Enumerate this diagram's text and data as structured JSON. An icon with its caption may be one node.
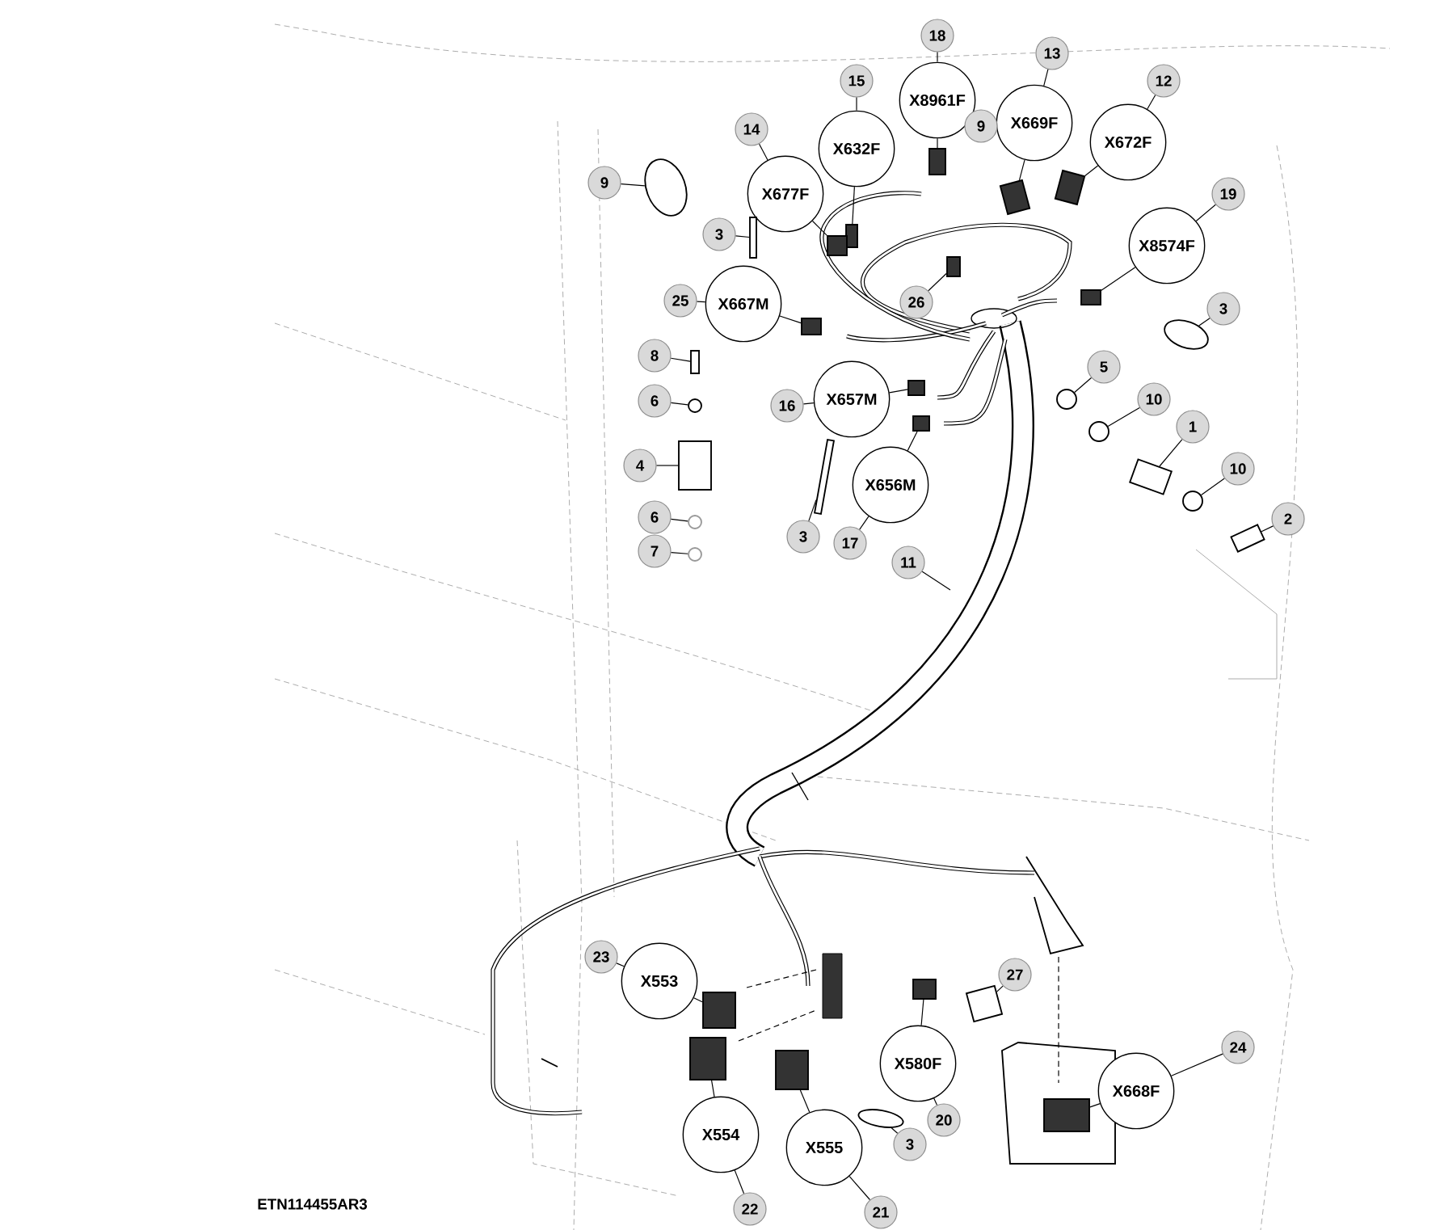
{
  "diagram": {
    "nodes": [
      {
        "text": [
          "18"
        ]
      },
      {
        "text": [
          "X8961F"
        ]
      },
      {
        "text": [
          "13"
        ]
      },
      {
        "text": [
          "X669F"
        ]
      },
      {
        "text": [
          "15"
        ]
      },
      {
        "text": [
          "X632F"
        ]
      },
      {
        "text": [
          "12"
        ]
      },
      {
        "text": [
          "X672F"
        ]
      },
      {
        "text": [
          "14"
        ]
      },
      {
        "text": [
          "X677F"
        ]
      },
      {
        "text": [
          "9"
        ]
      },
      {
        "text": [
          "9"
        ]
      },
      {
        "text": [
          "19"
        ]
      },
      {
        "text": [
          "X8574F"
        ]
      },
      {
        "text": [
          "3"
        ]
      },
      {
        "text": [
          "25"
        ]
      },
      {
        "text": [
          "X667M"
        ]
      },
      {
        "text": [
          "26"
        ]
      },
      {
        "text": [
          "3"
        ]
      },
      {
        "text": [
          "8"
        ]
      },
      {
        "text": [
          "5"
        ]
      },
      {
        "text": [
          "6"
        ]
      },
      {
        "text": [
          "10"
        ]
      },
      {
        "text": [
          "16"
        ]
      },
      {
        "text": [
          "X657M"
        ]
      },
      {
        "text": [
          "1"
        ]
      },
      {
        "text": [
          "4"
        ]
      },
      {
        "text": [
          "X656M"
        ]
      },
      {
        "text": [
          "10"
        ]
      },
      {
        "text": [
          "6"
        ]
      },
      {
        "text": [
          "2"
        ]
      },
      {
        "text": [
          "17"
        ]
      },
      {
        "text": [
          "3"
        ]
      },
      {
        "text": [
          "7"
        ]
      },
      {
        "text": [
          "11"
        ]
      },
      {
        "text": [
          "23"
        ]
      },
      {
        "text": [
          "X553"
        ]
      },
      {
        "text": [
          "27"
        ]
      },
      {
        "text": [
          "X580F"
        ]
      },
      {
        "text": [
          "24"
        ]
      },
      {
        "text": [
          "X668F"
        ]
      },
      {
        "text": [
          "20"
        ]
      },
      {
        "text": [
          "3"
        ]
      },
      {
        "text": [
          "X555"
        ]
      },
      {
        "text": [
          "X554"
        ]
      },
      {
        "text": [
          "21"
        ]
      },
      {
        "text": [
          "22"
        ]
      },
      {
        "text": [],
        "shape": "box"
      },
      {
        "text": [],
        "shape": "box"
      },
      {
        "text": [],
        "shape": "box"
      },
      {
        "text": [],
        "shape": "box"
      },
      {
        "text": [],
        "shape": "box"
      },
      {
        "text": [],
        "shape": "ellipse"
      },
      {
        "text": [],
        "shape": "box"
      },
      {
        "text": [],
        "shape": "bar"
      },
      {
        "text": [],
        "shape": "box"
      },
      {
        "text": [],
        "shape": "box"
      },
      {
        "text": [],
        "shape": "ellipse"
      },
      {
        "text": [],
        "shape": "bar"
      },
      {
        "text": [],
        "shape": "circle"
      },
      {
        "text": [],
        "shape": "circle"
      },
      {
        "text": [],
        "shape": "circle"
      },
      {
        "text": [],
        "shape": "box"
      },
      {
        "text": [],
        "shape": "box"
      },
      {
        "text": [],
        "shape": "box"
      },
      {
        "text": [],
        "shape": "box"
      },
      {
        "text": [],
        "shape": "circle"
      },
      {
        "text": [],
        "shape": "circle"
      },
      {
        "text": [],
        "shape": "box"
      },
      {
        "text": [],
        "shape": "bar"
      },
      {
        "text": [],
        "shape": "circle"
      },
      {
        "text": [],
        "shape": "box"
      },
      {
        "text": [],
        "shape": "box"
      },
      {
        "text": [],
        "shape": "box"
      },
      {
        "text": [],
        "shape": "box"
      },
      {
        "text": [],
        "shape": "ellipse"
      },
      {
        "text": [],
        "shape": "box"
      },
      {
        "text": [],
        "shape": "box"
      }
    ],
    "edges": [
      {
        "from": 0,
        "to": 1,
        "arrow": "none"
      },
      {
        "from": 2,
        "to": 3,
        "arrow": "none"
      },
      {
        "from": 4,
        "to": 5,
        "arrow": "none"
      },
      {
        "from": 6,
        "to": 7,
        "arrow": "none"
      },
      {
        "from": 8,
        "to": 9,
        "arrow": "none"
      },
      {
        "from": 12,
        "to": 13,
        "arrow": "none"
      },
      {
        "from": 15,
        "to": 16,
        "arrow": "none"
      },
      {
        "from": 23,
        "to": 24,
        "arrow": "none"
      },
      {
        "from": 31,
        "to": 27,
        "arrow": "none"
      },
      {
        "from": 35,
        "to": 36,
        "arrow": "none"
      },
      {
        "from": 41,
        "to": 38,
        "arrow": "none"
      },
      {
        "from": 39,
        "to": 40,
        "arrow": "none"
      },
      {
        "from": 45,
        "to": 43,
        "arrow": "none"
      },
      {
        "from": 46,
        "to": 44,
        "arrow": "none"
      },
      {
        "from": 1,
        "to": 47,
        "arrow": "none"
      },
      {
        "from": 3,
        "to": 48,
        "arrow": "none"
      },
      {
        "from": 5,
        "to": 49,
        "arrow": "none"
      },
      {
        "from": 7,
        "to": 50,
        "arrow": "none"
      },
      {
        "from": 9,
        "to": 51,
        "arrow": "none"
      },
      {
        "from": 10,
        "to": 52,
        "arrow": "none"
      },
      {
        "from": 13,
        "to": 53,
        "arrow": "none"
      },
      {
        "from": 14,
        "to": 54,
        "arrow": "none"
      },
      {
        "from": 16,
        "to": 55,
        "arrow": "none"
      },
      {
        "from": 17,
        "to": 56,
        "arrow": "none"
      },
      {
        "from": 18,
        "to": 57,
        "arrow": "none"
      },
      {
        "from": 19,
        "to": 58,
        "arrow": "none"
      },
      {
        "from": 20,
        "to": 59,
        "arrow": "none"
      },
      {
        "from": 21,
        "to": 60,
        "arrow": "none"
      },
      {
        "from": 22,
        "to": 61,
        "arrow": "none"
      },
      {
        "from": 24,
        "to": 62,
        "arrow": "none"
      },
      {
        "from": 25,
        "to": 63,
        "arrow": "none"
      },
      {
        "from": 26,
        "to": 64,
        "arrow": "none"
      },
      {
        "from": 27,
        "to": 65,
        "arrow": "none"
      },
      {
        "from": 28,
        "to": 66,
        "arrow": "none"
      },
      {
        "from": 29,
        "to": 67,
        "arrow": "none"
      },
      {
        "from": 30,
        "to": 68,
        "arrow": "none"
      },
      {
        "from": 32,
        "to": 69,
        "arrow": "none"
      },
      {
        "from": 33,
        "to": 70,
        "arrow": "none"
      },
      {
        "from": 34,
        "to": null,
        "arrow": "none"
      },
      {
        "from": 36,
        "to": 71,
        "arrow": "none"
      },
      {
        "from": 37,
        "to": 72,
        "arrow": "none"
      },
      {
        "from": 38,
        "to": 73,
        "arrow": "none"
      },
      {
        "from": 40,
        "to": 74,
        "arrow": "none"
      },
      {
        "from": 42,
        "to": 75,
        "arrow": "none"
      },
      {
        "from": 43,
        "to": 76,
        "arrow": "none"
      },
      {
        "from": 44,
        "to": 77,
        "arrow": "none"
      }
    ],
    "labels": [
      "ETN114455AR3"
    ]
  }
}
